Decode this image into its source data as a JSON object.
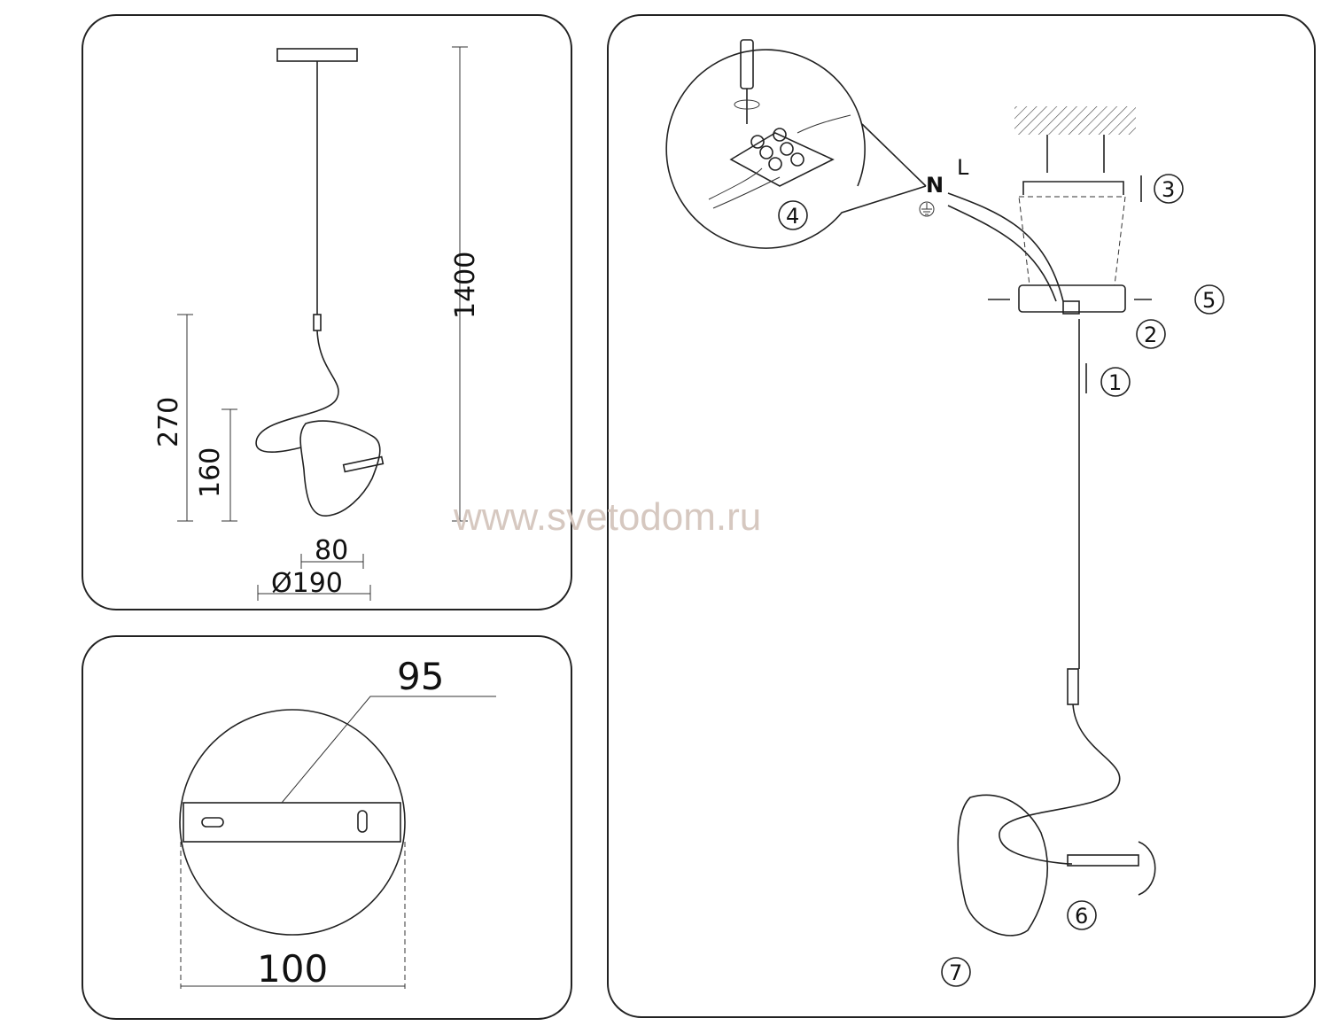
{
  "dimensions": {
    "height_total": "1400",
    "height_shade_full": "270",
    "height_shade": "160",
    "width_small": "80",
    "diameter": "Ø190",
    "canopy_plate": "95",
    "canopy_diameter": "100"
  },
  "wiring": {
    "neutral": "N",
    "live": "L"
  },
  "steps": [
    "1",
    "2",
    "3",
    "4",
    "5",
    "6",
    "7"
  ],
  "watermark": "www.svetodom.ru"
}
